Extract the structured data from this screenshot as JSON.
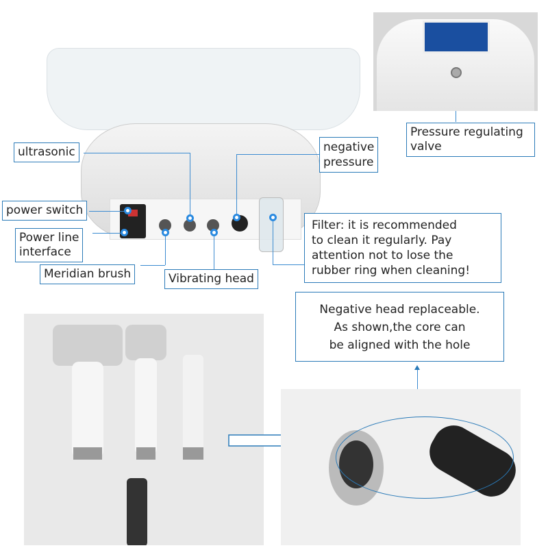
{
  "labels": {
    "ultrasonic": "ultrasonic",
    "negative_pressure": "negative\npressure",
    "power_switch": "power switch",
    "power_line": "Power line\ninterface",
    "meridian_brush": "Meridian brush",
    "vibrating_head": "Vibrating head",
    "filter_note": "Filter: it is recommended\nto clean it regularly. Pay\nattention not to lose the\nrubber ring when cleaning!",
    "negative_head_note": "Negative head replaceable.\nAs shown,the core can\nbe aligned with the hole",
    "pressure_valve": "Pressure regulating\nvalve"
  },
  "colors": {
    "accent": "#2a7ab8"
  }
}
